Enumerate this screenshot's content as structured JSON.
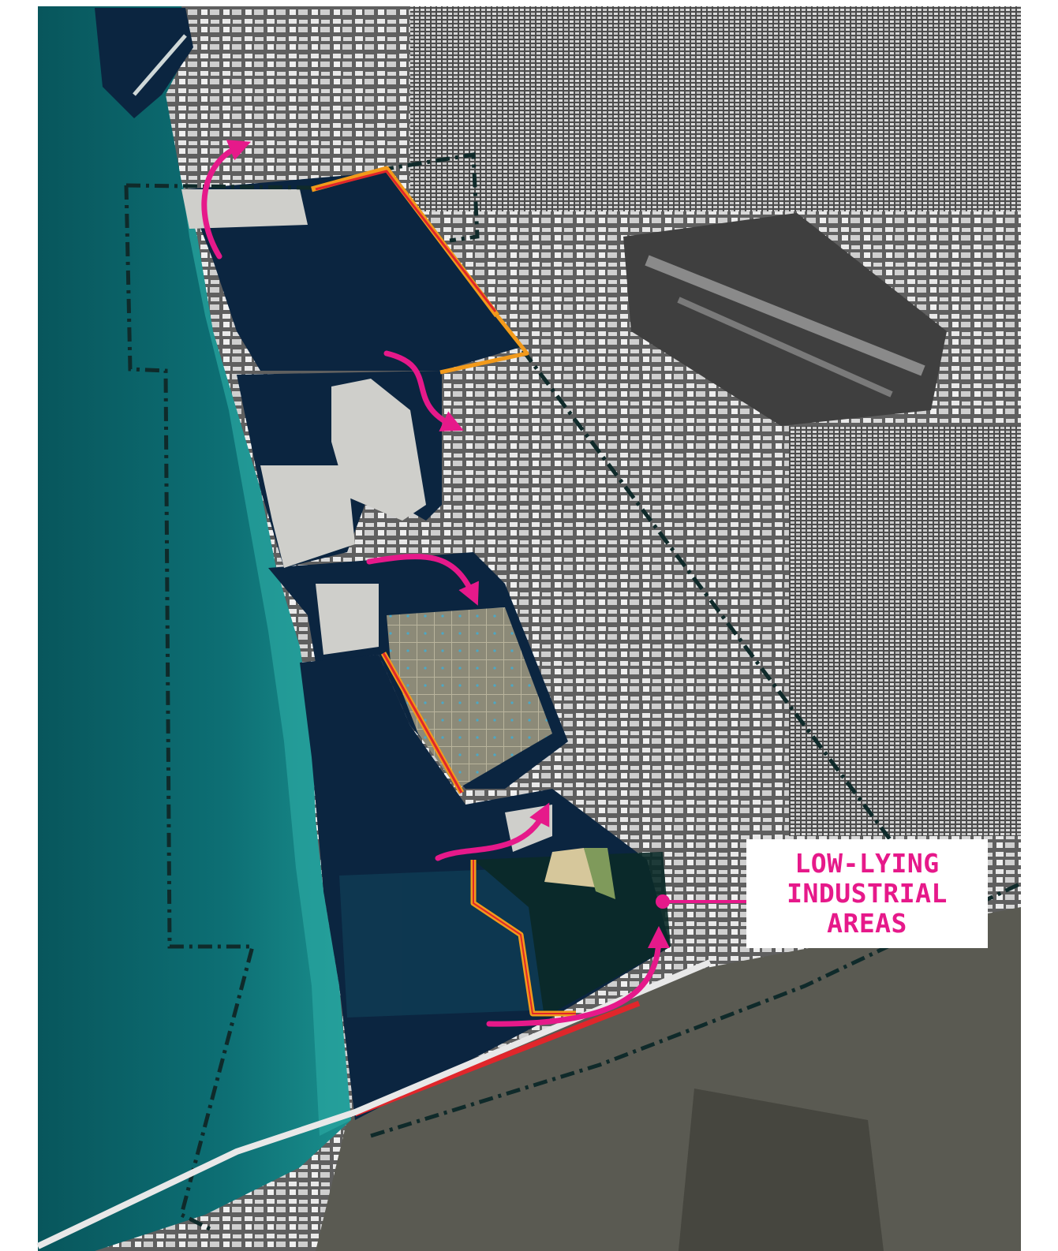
{
  "annotation": {
    "lines": [
      "LOW-LYING",
      "INDUSTRIAL",
      "AREAS"
    ]
  },
  "colors": {
    "bay_water": "#0d6b71",
    "shoreline_water": "#2aa6a1",
    "marsh_dark": "#0b2540",
    "urban_gray": "#6b6b6b",
    "building_white": "#f2f2f2",
    "flow_arrow": "#e6198a",
    "levee_red": "#e0262b",
    "levee_orange": "#f29a1b",
    "boundary_dash": "#0f2a2a"
  },
  "icons": [
    "flow-arrow-icon",
    "callout-dot-icon"
  ]
}
